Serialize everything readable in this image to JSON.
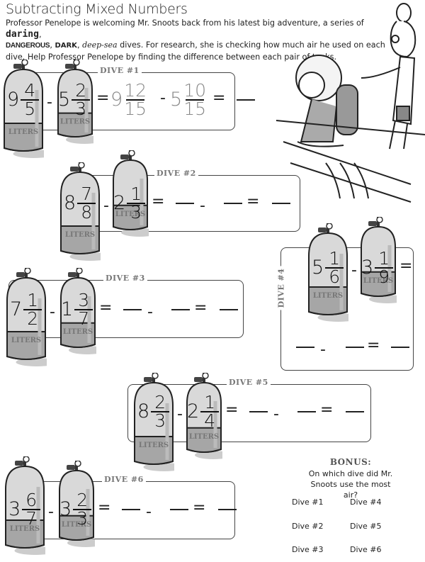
{
  "header": {
    "title": "Subtracting Mixed Numbers",
    "intro_part1": "Professor Penelope is welcoming Mr. Snoots back from his latest big adventure, a series of ",
    "word_daring": "daring",
    "comma1": ", ",
    "word_dangerous": "DANGEROUS",
    "comma2": ", ",
    "word_dark": "DARK",
    "comma3": ", ",
    "word_deepsea": "deep-sea",
    "intro_part2": " dives. For research, she is checking how much air he used on each dive. Help Professor Penelope by finding the difference between each pair of tanks."
  },
  "tank_label": "LITERS",
  "symbols": {
    "minus": "-",
    "equals": "="
  },
  "dives": [
    {
      "label": "DIVE #1",
      "a": {
        "whole": "9",
        "num": "4",
        "den": "5"
      },
      "b": {
        "whole": "5",
        "num": "2",
        "den": "3"
      },
      "worked": {
        "a": {
          "whole": "9",
          "num": "12",
          "den": "15"
        },
        "b": {
          "whole": "5",
          "num": "10",
          "den": "15"
        }
      }
    },
    {
      "label": "DIVE #2",
      "a": {
        "whole": "8",
        "num": "7",
        "den": "8"
      },
      "b": {
        "whole": "2",
        "num": "1",
        "den": "3"
      }
    },
    {
      "label": "DIVE #3",
      "a": {
        "whole": "7",
        "num": "1",
        "den": "2"
      },
      "b": {
        "whole": "1",
        "num": "3",
        "den": "7"
      }
    },
    {
      "label": "DIVE #4",
      "a": {
        "whole": "5",
        "num": "1",
        "den": "6"
      },
      "b": {
        "whole": "3",
        "num": "1",
        "den": "9"
      }
    },
    {
      "label": "DIVE #5",
      "a": {
        "whole": "8",
        "num": "2",
        "den": "3"
      },
      "b": {
        "whole": "2",
        "num": "1",
        "den": "4"
      }
    },
    {
      "label": "DIVE #6",
      "a": {
        "whole": "3",
        "num": "6",
        "den": "7"
      },
      "b": {
        "whole": "3",
        "num": "2",
        "den": "3"
      }
    }
  ],
  "bonus": {
    "title": "BONUS:",
    "question": "On which dive did Mr. Snoots use the most air?",
    "options": [
      "Dive #1",
      "Dive #2",
      "Dive #3",
      "Dive #4",
      "Dive #5",
      "Dive #6"
    ]
  },
  "colors": {
    "tank_body": "#d9d9d9",
    "tank_band": "#a6a6a6",
    "label_gray": "#777777"
  }
}
